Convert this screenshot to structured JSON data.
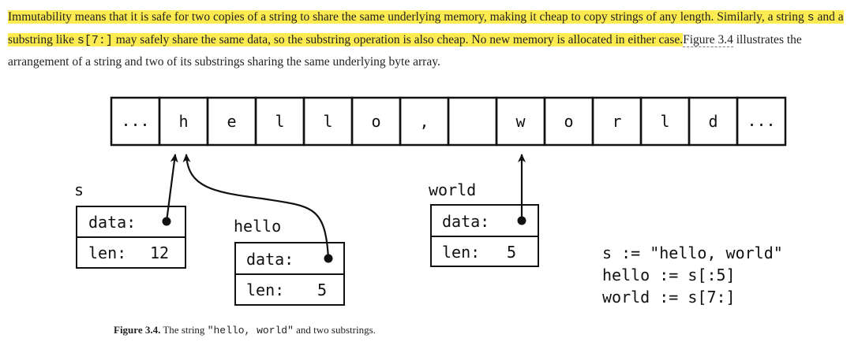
{
  "paragraph": {
    "hl_part1": "Immutability means that it is safe for two copies of a string to share the same underlying memory, making it cheap to copy strings of any length. Similarly, a string ",
    "hl_code1": "s",
    "hl_part2": " and a substring like ",
    "hl_code2": "s[7:]",
    "hl_part3": " may safely share the same data, so the substring operation is also cheap. No new memory is allocated in either case.",
    "xref": "Figure 3.4",
    "rest": " illustrates the arrangement of a string and two of its substrings sharing the same underlying byte array."
  },
  "figure": {
    "cells": [
      "...",
      "h",
      "e",
      "l",
      "l",
      "o",
      ",",
      "",
      "w",
      "o",
      "r",
      "l",
      "d",
      "..."
    ],
    "s": {
      "name": "s",
      "data_label": "data:",
      "len_label": "len:",
      "len_value": "12"
    },
    "hello": {
      "name": "hello",
      "data_label": "data:",
      "len_label": "len:",
      "len_value": "5"
    },
    "world": {
      "name": "world",
      "data_label": "data:",
      "len_label": "len:",
      "len_value": "5"
    },
    "code": [
      "s := \"hello, world\"",
      "hello := s[:5]",
      "world := s[7:]"
    ]
  },
  "caption": {
    "label": "Figure 3.4.",
    "text1": " The string ",
    "code": "\"hello, world\"",
    "text2": " and two substrings."
  }
}
